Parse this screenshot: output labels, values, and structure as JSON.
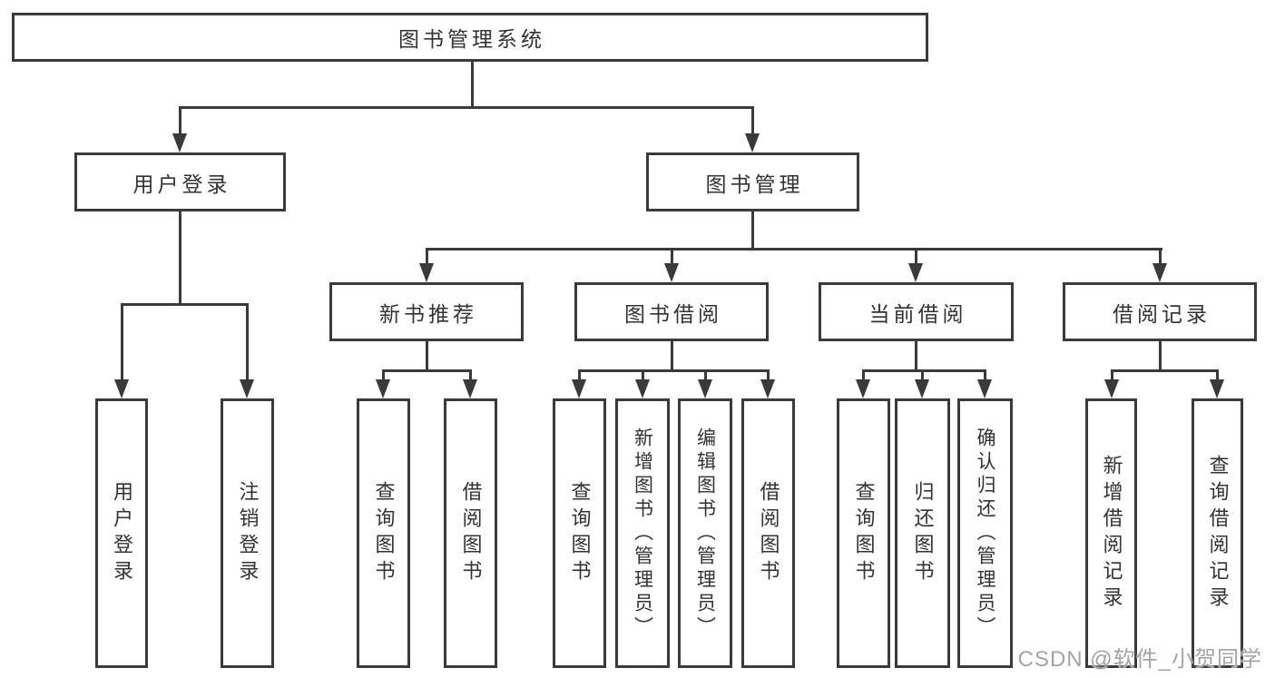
{
  "colors": {
    "background": "#ffffff",
    "line": "#3a3a3a",
    "text": "#333333",
    "box_background": "#ffffff",
    "watermark": "#9a9a9a"
  },
  "watermark": {
    "text": "CSDN @软件_小贺同学"
  },
  "tree": {
    "root": {
      "label": "图书管理系统"
    },
    "level1": [
      {
        "id": "user-login",
        "label": "用户登录"
      },
      {
        "id": "book-management",
        "label": "图书管理"
      }
    ],
    "level2": [
      {
        "id": "new-book-recommend",
        "label": "新书推荐"
      },
      {
        "id": "book-borrow",
        "label": "图书借阅"
      },
      {
        "id": "current-borrow",
        "label": "当前借阅"
      },
      {
        "id": "borrow-records",
        "label": "借阅记录"
      }
    ],
    "leaves": {
      "user_login": [
        {
          "label": "用户登录"
        },
        {
          "label": "注销登录"
        }
      ],
      "new_book": [
        {
          "label": "查询图书"
        },
        {
          "label": "借阅图书"
        }
      ],
      "book_borrow": [
        {
          "label": "查询图书"
        },
        {
          "label": "新增图书（管理员）"
        },
        {
          "label": "编辑图书（管理员）"
        },
        {
          "label": "借阅图书"
        }
      ],
      "current_borrow": [
        {
          "label": "查询图书"
        },
        {
          "label": "归还图书"
        },
        {
          "label": "确认归还（管理员）"
        }
      ],
      "borrow_record": [
        {
          "label": "新增借阅记录"
        },
        {
          "label": "查询借阅记录"
        }
      ]
    }
  }
}
